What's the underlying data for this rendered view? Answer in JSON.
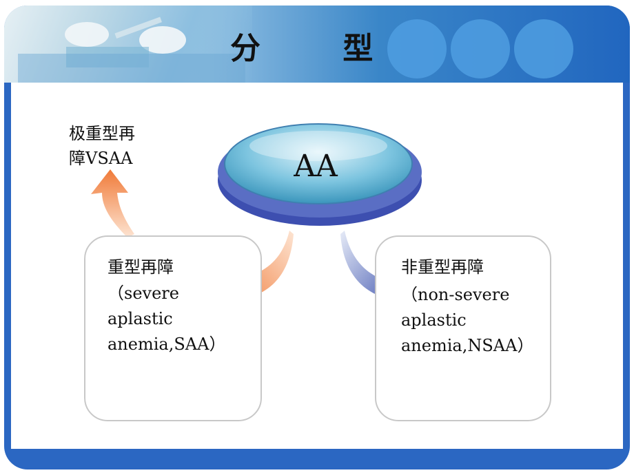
{
  "slide": {
    "title": "分  型",
    "center_label": "AA",
    "top_left": {
      "line1": "极重型再",
      "line2": "障VSAA"
    },
    "left_box": {
      "line1": "重型再障",
      "line2": "（severe",
      "line3": "aplastic",
      "line4": "anemia,SAA）"
    },
    "right_box": {
      "line1": "非重型再障",
      "line2": "（non-severe",
      "line3": "aplastic",
      "line4": "anemia,NSAA）"
    }
  },
  "colors": {
    "frame": "#2b67c2",
    "accent_orange": "#f08a4b",
    "accent_blue": "#3b54b0",
    "ellipse": "#4aa3c6"
  }
}
